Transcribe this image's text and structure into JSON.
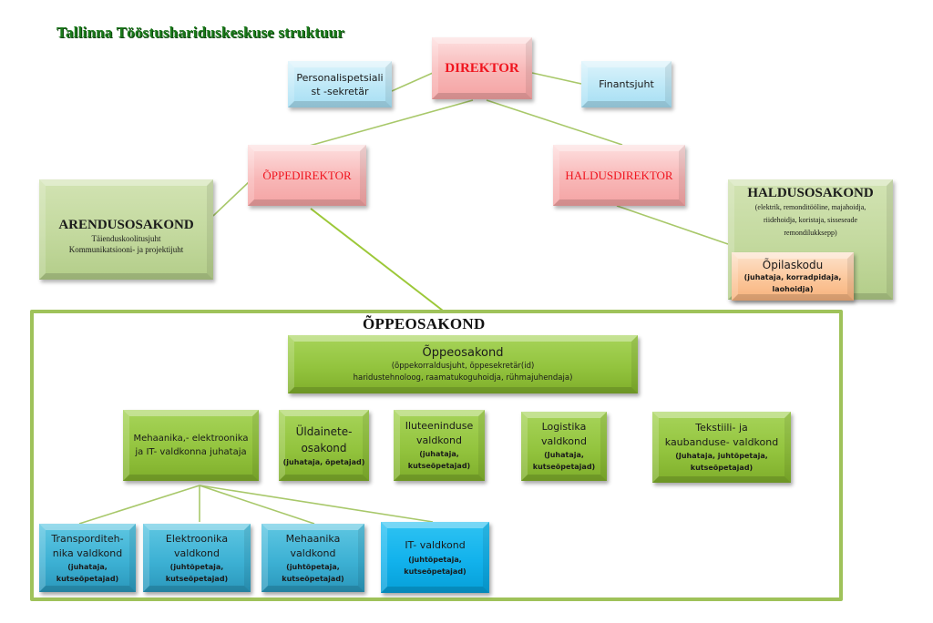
{
  "title": "Tallinna Tööstushariduskeskuse struktuur",
  "colors": {
    "title_green": "#1a7a1a",
    "director_text_red": "#f0141e",
    "connector_green": "#9fc25a",
    "frame_green": "#9fc25a",
    "pink_box": "#f8b7b7",
    "light_blue_box": "#bde8f7",
    "sage_box": "#c3d99e",
    "peach_box": "#fbc598",
    "lime_box": "#93c43e",
    "teal_box": "#3db1d4",
    "cyan_box": "#12b2ec"
  },
  "top_level": {
    "director": "DIREKTOR",
    "hr_specialist": [
      "Personalispetsiali",
      "st -sekretär"
    ],
    "finance": "Finantsjuht"
  },
  "second_level": {
    "study_director": "ÕPPEDIREKTOR",
    "admin_director": "HALDUSDIREKTOR"
  },
  "development_dept": {
    "title": "ARENDUSOSAKOND",
    "lines": [
      "Täienduskoolitusjuht",
      "Kommunikatsiooni- ja projektijuht"
    ]
  },
  "admin_dept": {
    "title": "HALDUSOSAKOND",
    "lines": [
      "(elektrik, remonditööline, majahoidja,",
      "riidehoidja, koristaja, sisseseade",
      "remondilukksepp)"
    ]
  },
  "dormitory": {
    "title": "Õpilaskodu",
    "lines": [
      "(juhataja, korradpidaja,",
      "laohoidja)"
    ]
  },
  "study_section": {
    "heading": "ÕPPEOSAKOND",
    "main_box": {
      "title": "Õppeosakond",
      "lines": [
        "(õppekorraldusjuht, õppesekretär(id)",
        "haridustehnoloog,  raamatukoguhoidja, rühmajuhendaja)"
      ]
    },
    "departments": [
      {
        "title_lines": [
          "Mehaanika,- elektroonika",
          "ja IT- valdkonna juhataja"
        ],
        "detail_lines": []
      },
      {
        "title_lines": [
          "Üldainete-",
          "osakond"
        ],
        "detail_lines": [
          "(juhataja, õpetajad)"
        ]
      },
      {
        "title_lines": [
          "Iluteeninduse",
          "valdkond"
        ],
        "detail_lines": [
          "(juhataja,",
          "kutseõpetajad)"
        ]
      },
      {
        "title_lines": [
          "Logistika",
          "valdkond"
        ],
        "detail_lines": [
          "(Juhataja,",
          "kutseõpetajad)"
        ]
      },
      {
        "title_lines": [
          "Tekstiili- ja",
          "kaubanduse- valdkond"
        ],
        "detail_lines": [
          "(Juhataja, juhtõpetaja,",
          "kutseõpetajad)"
        ]
      }
    ],
    "sub_departments": [
      {
        "title_lines": [
          "Transporditeh-",
          "nika valdkond"
        ],
        "detail_lines": [
          "(juhataja,",
          "kutseõpetajad)"
        ]
      },
      {
        "title_lines": [
          "Elektroonika",
          "valdkond"
        ],
        "detail_lines": [
          "(juhtõpetaja,",
          "kutseõpetajad)"
        ]
      },
      {
        "title_lines": [
          "Mehaanika",
          "valdkond"
        ],
        "detail_lines": [
          "(juhtõpetaja,",
          "kutseõpetajad)"
        ]
      },
      {
        "title_lines": [
          "IT- valdkond"
        ],
        "detail_lines": [
          "(juhtõpetaja,",
          "kutseõpetajad)"
        ]
      }
    ]
  }
}
